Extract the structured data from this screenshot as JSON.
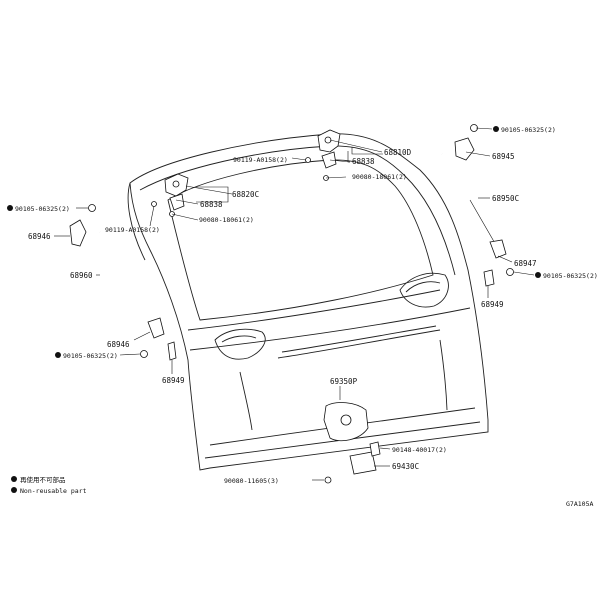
{
  "callouts": {
    "p68810D": "68810D",
    "p68838a": "68838",
    "p90119a": "90119-A0158(2)",
    "p90080a": "90080-18061(2)",
    "p68820C": "68820C",
    "p68838b": "68838",
    "p90080b": "90080-18061(2)",
    "p90119b": "90119-A0158(2)",
    "p90105a": "90105-06325(2)",
    "p68945": "68945",
    "p68950C": "68950C",
    "p90105b": "90105-06325(2)",
    "p68946a": "68946",
    "p68960": "68960",
    "p68947": "68947",
    "p90105c": "90105-06325(2)",
    "p68949a": "68949",
    "p68946b": "68946",
    "p90105d": "90105-06325(2)",
    "p68949b": "68949",
    "p69350P": "69350P",
    "p90148": "90148-40017(2)",
    "p69430C": "69430C",
    "p90080c": "90080-11605(3)"
  },
  "legend": {
    "item1": "再使用不可部品",
    "item2": "Non-reusable part"
  },
  "figure_code": "G7A105A"
}
